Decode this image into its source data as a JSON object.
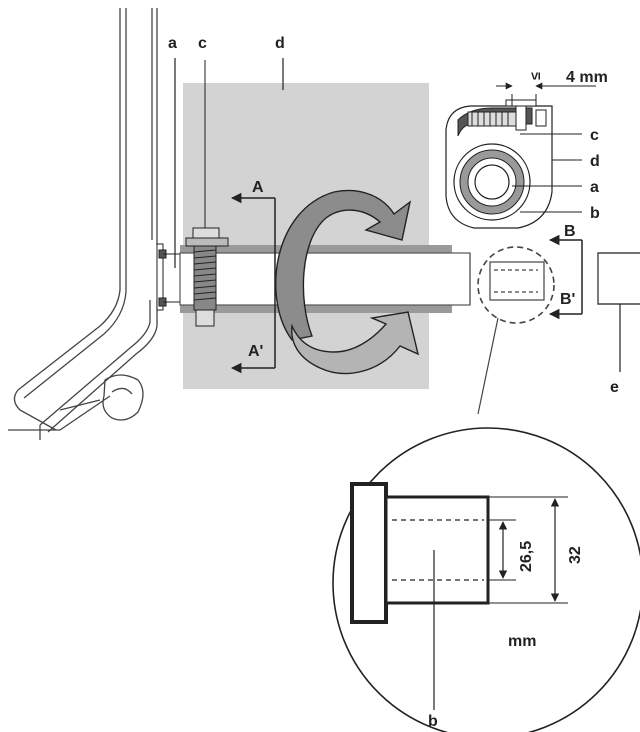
{
  "labels": {
    "a": "a",
    "b": "b",
    "c": "c",
    "d": "d",
    "e": "e",
    "section_a": "A",
    "section_a_prime": "A'",
    "section_b": "B",
    "section_b_prime": "B'",
    "gap_symbol": "≤",
    "gap_value": "4 mm",
    "inset_c": "c",
    "inset_d": "d",
    "inset_a": "a",
    "inset_b": "b",
    "dim_inner": "26,5",
    "dim_outer": "32",
    "unit": "mm",
    "detail_b": "b"
  },
  "colors": {
    "shaded_zone": "#d3d3d3",
    "arrow_dark": "#8c8c8c",
    "arrow_light": "#b4b4b4",
    "line": "#222222",
    "light_line": "#9a9a9a"
  }
}
